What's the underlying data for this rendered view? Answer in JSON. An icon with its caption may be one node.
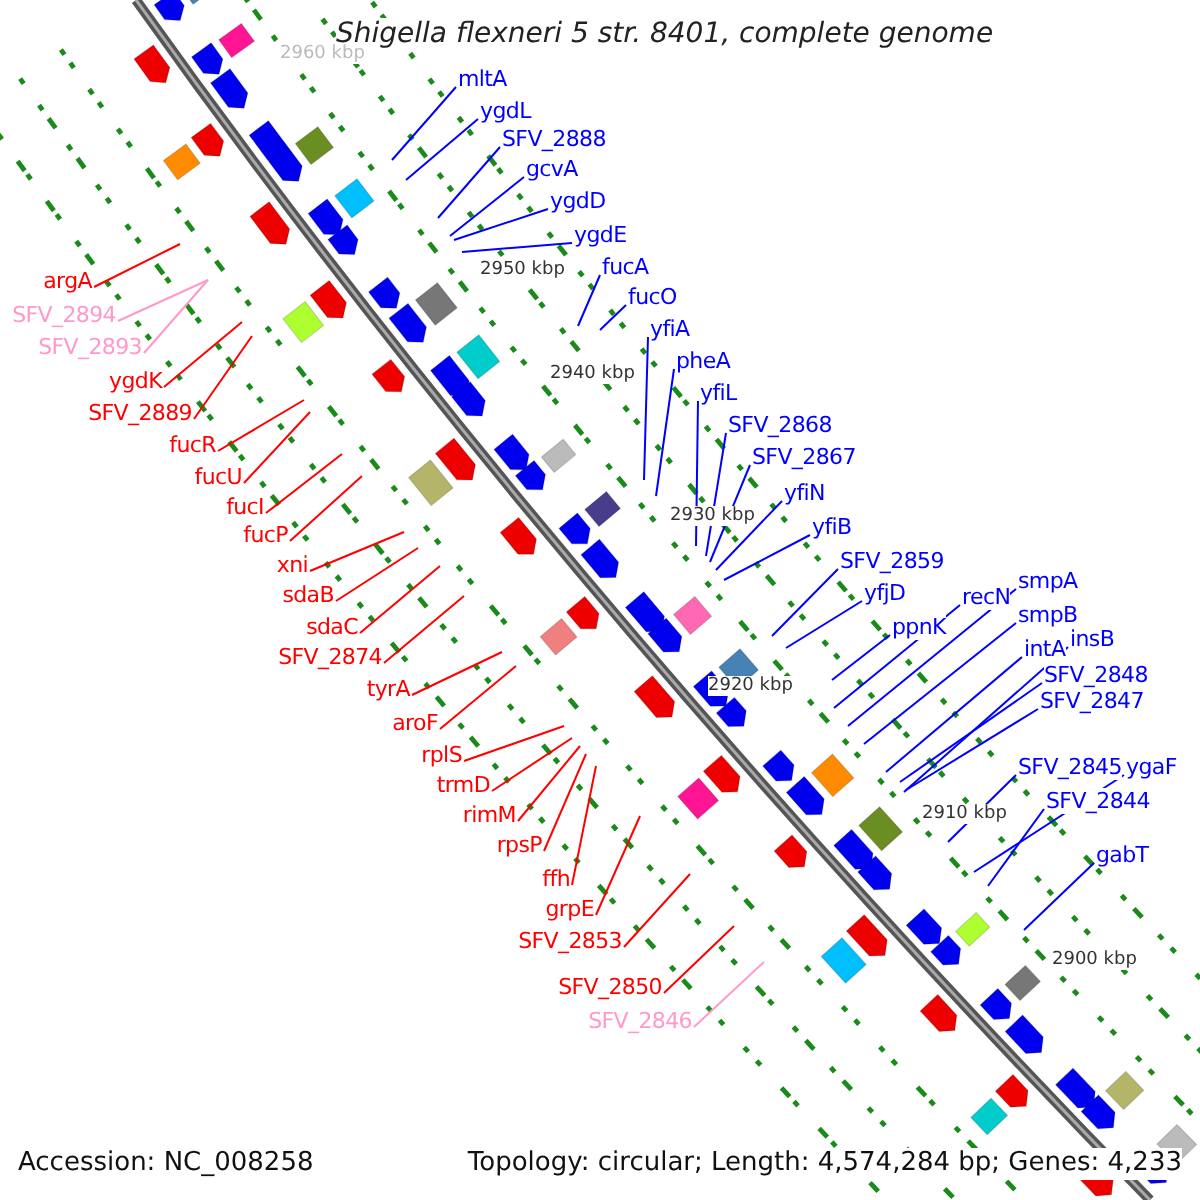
{
  "diagram": {
    "title": "Shigella flexneri 5 str. 8401, complete genome",
    "nodes": [
      {
        "text": [
          "mltA"
        ]
      },
      {
        "text": [
          "ygdL"
        ]
      },
      {
        "text": [
          "SFV_2888"
        ]
      },
      {
        "text": [
          "gcvA"
        ]
      },
      {
        "text": [
          "ygdD"
        ]
      },
      {
        "text": [
          "ygdE"
        ]
      },
      {
        "text": [
          "fucA"
        ]
      },
      {
        "text": [
          "fucO"
        ]
      },
      {
        "text": [
          "yfiA"
        ]
      },
      {
        "text": [
          "pheA"
        ]
      },
      {
        "text": [
          "yfiL"
        ]
      },
      {
        "text": [
          "SFV_2868"
        ]
      },
      {
        "text": [
          "SFV_2867"
        ]
      },
      {
        "text": [
          "yfiN"
        ]
      },
      {
        "text": [
          "yfiB"
        ]
      },
      {
        "text": [
          "SFV_2859"
        ]
      },
      {
        "text": [
          "yfjD"
        ]
      },
      {
        "text": [
          "ppnK"
        ]
      },
      {
        "text": [
          "recN"
        ]
      },
      {
        "text": [
          "smpA"
        ]
      },
      {
        "text": [
          "smpB"
        ]
      },
      {
        "text": [
          "intA"
        ]
      },
      {
        "text": [
          "insB"
        ]
      },
      {
        "text": [
          "SFV_2848"
        ]
      },
      {
        "text": [
          "SFV_2847"
        ]
      },
      {
        "text": [
          "SFV_2845"
        ]
      },
      {
        "text": [
          "ygaF"
        ]
      },
      {
        "text": [
          "SFV_2844"
        ]
      },
      {
        "text": [
          "gabT"
        ]
      },
      {
        "text": [
          "argA"
        ]
      },
      {
        "text": [
          "SFV_2894"
        ]
      },
      {
        "text": [
          "SFV_2893"
        ]
      },
      {
        "text": [
          "ygdK"
        ]
      },
      {
        "text": [
          "SFV_2889"
        ]
      },
      {
        "text": [
          "fucR"
        ]
      },
      {
        "text": [
          "fucU"
        ]
      },
      {
        "text": [
          "fucI"
        ]
      },
      {
        "text": [
          "fucP"
        ]
      },
      {
        "text": [
          "xni"
        ]
      },
      {
        "text": [
          "sdaB"
        ]
      },
      {
        "text": [
          "sdaC"
        ]
      },
      {
        "text": [
          "SFV_2874"
        ]
      },
      {
        "text": [
          "tyrA"
        ]
      },
      {
        "text": [
          "aroF"
        ]
      },
      {
        "text": [
          "rplS"
        ]
      },
      {
        "text": [
          "trmD"
        ]
      },
      {
        "text": [
          "rimM"
        ]
      },
      {
        "text": [
          "rpsP"
        ]
      },
      {
        "text": [
          "ffh"
        ]
      },
      {
        "text": [
          "grpE"
        ]
      },
      {
        "text": [
          "SFV_2853"
        ]
      },
      {
        "text": [
          "SFV_2850"
        ]
      },
      {
        "text": [
          "SFV_2846"
        ]
      }
    ],
    "edges": [
      {
        "from": 0,
        "to": null,
        "arrow": "none"
      },
      {
        "from": 1,
        "to": null,
        "arrow": "none"
      },
      {
        "from": 2,
        "to": null,
        "arrow": "none"
      },
      {
        "from": 3,
        "to": null,
        "arrow": "none"
      },
      {
        "from": 4,
        "to": null,
        "arrow": "none"
      },
      {
        "from": 5,
        "to": null,
        "arrow": "none"
      },
      {
        "from": 6,
        "to": null,
        "arrow": "none"
      },
      {
        "from": 7,
        "to": null,
        "arrow": "none"
      },
      {
        "from": 8,
        "to": null,
        "arrow": "none"
      },
      {
        "from": 9,
        "to": null,
        "arrow": "none"
      },
      {
        "from": 10,
        "to": null,
        "arrow": "none"
      },
      {
        "from": 11,
        "to": null,
        "arrow": "none"
      },
      {
        "from": 12,
        "to": null,
        "arrow": "none"
      },
      {
        "from": 13,
        "to": null,
        "arrow": "none"
      },
      {
        "from": 14,
        "to": null,
        "arrow": "none"
      },
      {
        "from": 15,
        "to": null,
        "arrow": "none"
      },
      {
        "from": 16,
        "to": null,
        "arrow": "none"
      },
      {
        "from": 17,
        "to": null,
        "arrow": "none"
      },
      {
        "from": 18,
        "to": null,
        "arrow": "none"
      },
      {
        "from": 19,
        "to": null,
        "arrow": "none"
      },
      {
        "from": 20,
        "to": null,
        "arrow": "none"
      },
      {
        "from": 21,
        "to": null,
        "arrow": "none"
      },
      {
        "from": 22,
        "to": null,
        "arrow": "none"
      },
      {
        "from": 23,
        "to": null,
        "arrow": "none"
      },
      {
        "from": 24,
        "to": null,
        "arrow": "none"
      },
      {
        "from": 25,
        "to": null,
        "arrow": "none"
      },
      {
        "from": 26,
        "to": null,
        "arrow": "none"
      },
      {
        "from": 27,
        "to": null,
        "arrow": "none"
      },
      {
        "from": 28,
        "to": null,
        "arrow": "none"
      },
      {
        "from": 29,
        "to": null,
        "arrow": "none",
        "color": "#ff0000"
      },
      {
        "from": 30,
        "to": null,
        "arrow": "none",
        "color": "#ff99cc"
      },
      {
        "from": 31,
        "to": null,
        "arrow": "none",
        "color": "#ff99cc"
      },
      {
        "from": 32,
        "to": null,
        "arrow": "none",
        "color": "#ff0000"
      },
      {
        "from": 33,
        "to": null,
        "arrow": "none",
        "color": "#ff0000"
      },
      {
        "from": 34,
        "to": null,
        "arrow": "none",
        "color": "#ff0000"
      },
      {
        "from": 35,
        "to": null,
        "arrow": "none",
        "color": "#ff0000"
      },
      {
        "from": 36,
        "to": null,
        "arrow": "none",
        "color": "#ff0000"
      },
      {
        "from": 37,
        "to": null,
        "arrow": "none",
        "color": "#ff0000"
      },
      {
        "from": 38,
        "to": null,
        "arrow": "none",
        "color": "#ff0000"
      },
      {
        "from": 39,
        "to": null,
        "arrow": "none",
        "color": "#ff0000"
      },
      {
        "from": 40,
        "to": null,
        "arrow": "none",
        "color": "#ff0000"
      },
      {
        "from": 41,
        "to": null,
        "arrow": "none",
        "color": "#ff0000"
      },
      {
        "from": 42,
        "to": null,
        "arrow": "none",
        "color": "#ff0000"
      },
      {
        "from": 43,
        "to": null,
        "arrow": "none",
        "color": "#ff0000"
      },
      {
        "from": 44,
        "to": null,
        "arrow": "none",
        "color": "#ff0000"
      },
      {
        "from": 45,
        "to": null,
        "arrow": "none",
        "color": "#ff0000"
      },
      {
        "from": 46,
        "to": null,
        "arrow": "none",
        "color": "#ff0000"
      },
      {
        "from": 47,
        "to": null,
        "arrow": "none",
        "color": "#ff0000"
      },
      {
        "from": 48,
        "to": null,
        "arrow": "none",
        "color": "#ff0000"
      },
      {
        "from": 49,
        "to": null,
        "arrow": "none",
        "color": "#ff0000"
      },
      {
        "from": 50,
        "to": null,
        "arrow": "none",
        "color": "#ff0000"
      },
      {
        "from": 51,
        "to": null,
        "arrow": "none",
        "color": "#ff0000"
      },
      {
        "from": 52,
        "to": null,
        "arrow": "none",
        "color": "#ff99cc"
      }
    ],
    "labels": [
      "2960 kbp",
      "2950 kbp",
      "2940 kbp",
      "2930 kbp",
      "2920 kbp",
      "2910 kbp",
      "2900 kbp",
      "Accession: NC_008258",
      "Topology: circular; Length: 4,574,284 bp; Genes: 4,233"
    ]
  }
}
